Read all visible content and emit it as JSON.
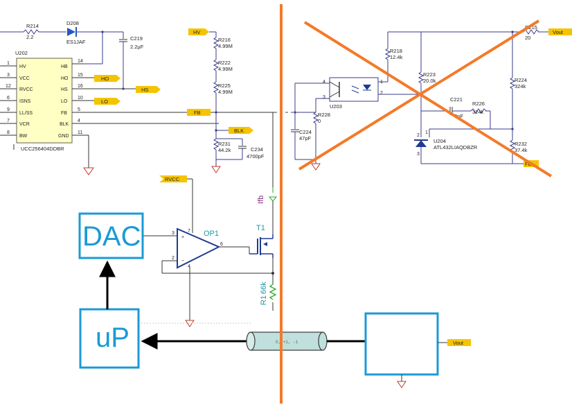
{
  "ic": {
    "ref": "U202",
    "part": "UCC256404DDBR",
    "left_pins": [
      {
        "num": "1",
        "name": "HV"
      },
      {
        "num": "3",
        "name": "VCC"
      },
      {
        "num": "12",
        "name": "RVCC"
      },
      {
        "num": "6",
        "name": "ISNS"
      },
      {
        "num": "9",
        "name": "LL/SS"
      },
      {
        "num": "7",
        "name": "VCR"
      },
      {
        "num": "8",
        "name": "BW"
      }
    ],
    "right_pins": [
      {
        "num": "14",
        "name": "HB"
      },
      {
        "num": "15",
        "name": "HO"
      },
      {
        "num": "16",
        "name": "HS"
      },
      {
        "num": "10",
        "name": "LO"
      },
      {
        "num": "5",
        "name": "FB"
      },
      {
        "num": "4",
        "name": "BLK"
      },
      {
        "num": "11",
        "name": "GND"
      }
    ]
  },
  "net_tags": {
    "ho": "HO",
    "hs": "HS",
    "lo": "LO",
    "fb": "FB",
    "blk": "BLK",
    "hv": "HV",
    "rvcc": "RVCC",
    "vout_top": "Vout",
    "vout_bottom": "Vout",
    "fb_right": "FB"
  },
  "parts": {
    "r214": {
      "ref": "R214",
      "val": "2.2"
    },
    "d208": {
      "ref": "D208",
      "val": "ES1JAF"
    },
    "c219": {
      "ref": "C219",
      "val": "2.2µF"
    },
    "r216": {
      "ref": "R216",
      "val": "4.99M"
    },
    "r222": {
      "ref": "R222",
      "val": "4.99M"
    },
    "r225": {
      "ref": "R225",
      "val": "4.99M"
    },
    "r231": {
      "ref": "R231",
      "val": "44.2k"
    },
    "c234": {
      "ref": "C234",
      "val": "4700pF"
    },
    "r215": {
      "ref": "R215",
      "val": "20"
    },
    "r218": {
      "ref": "R218",
      "val": "12.4k"
    },
    "r223": {
      "ref": "R223",
      "val": "20.0k"
    },
    "r224": {
      "ref": "R224",
      "val": "324k"
    },
    "c221": {
      "ref": "C221",
      "val": "0pF"
    },
    "r226": {
      "ref": "R226",
      "val": "324k"
    },
    "r228": {
      "ref": "R228",
      "val": "0"
    },
    "c224": {
      "ref": "C224",
      "val": "47pF"
    },
    "u203": {
      "ref": "U203"
    },
    "u204": {
      "ref": "U204",
      "val": "ATL432LIAQDBZR"
    },
    "r232": {
      "ref": "R232",
      "val": "37.4k"
    }
  },
  "opto_pins": {
    "p4": "4",
    "p3": "3",
    "p1": "1",
    "p2": "2"
  },
  "tl_pins": {
    "p2": "2",
    "p1": "1",
    "p3": "3"
  },
  "blocks": {
    "dac": "DAC",
    "up": "uP"
  },
  "opamp": {
    "ref": "OP1",
    "pin_in_plus": "3",
    "pin_in_minus": "2",
    "pin_out": "6",
    "pin_v7": "7",
    "pin_v4": "4",
    "plus": "+",
    "minus": "−"
  },
  "transistor": {
    "ref": "T1"
  },
  "ifb": "Ifb",
  "shunt": {
    "ref": "R1",
    "val": "66k"
  },
  "cable_text": "0, +1, -1",
  "colors": {
    "orange": "#f47a28",
    "blue_block": "#1a9ad6",
    "ic_fill": "#ffffc4",
    "tag_fill": "#f5c400"
  }
}
